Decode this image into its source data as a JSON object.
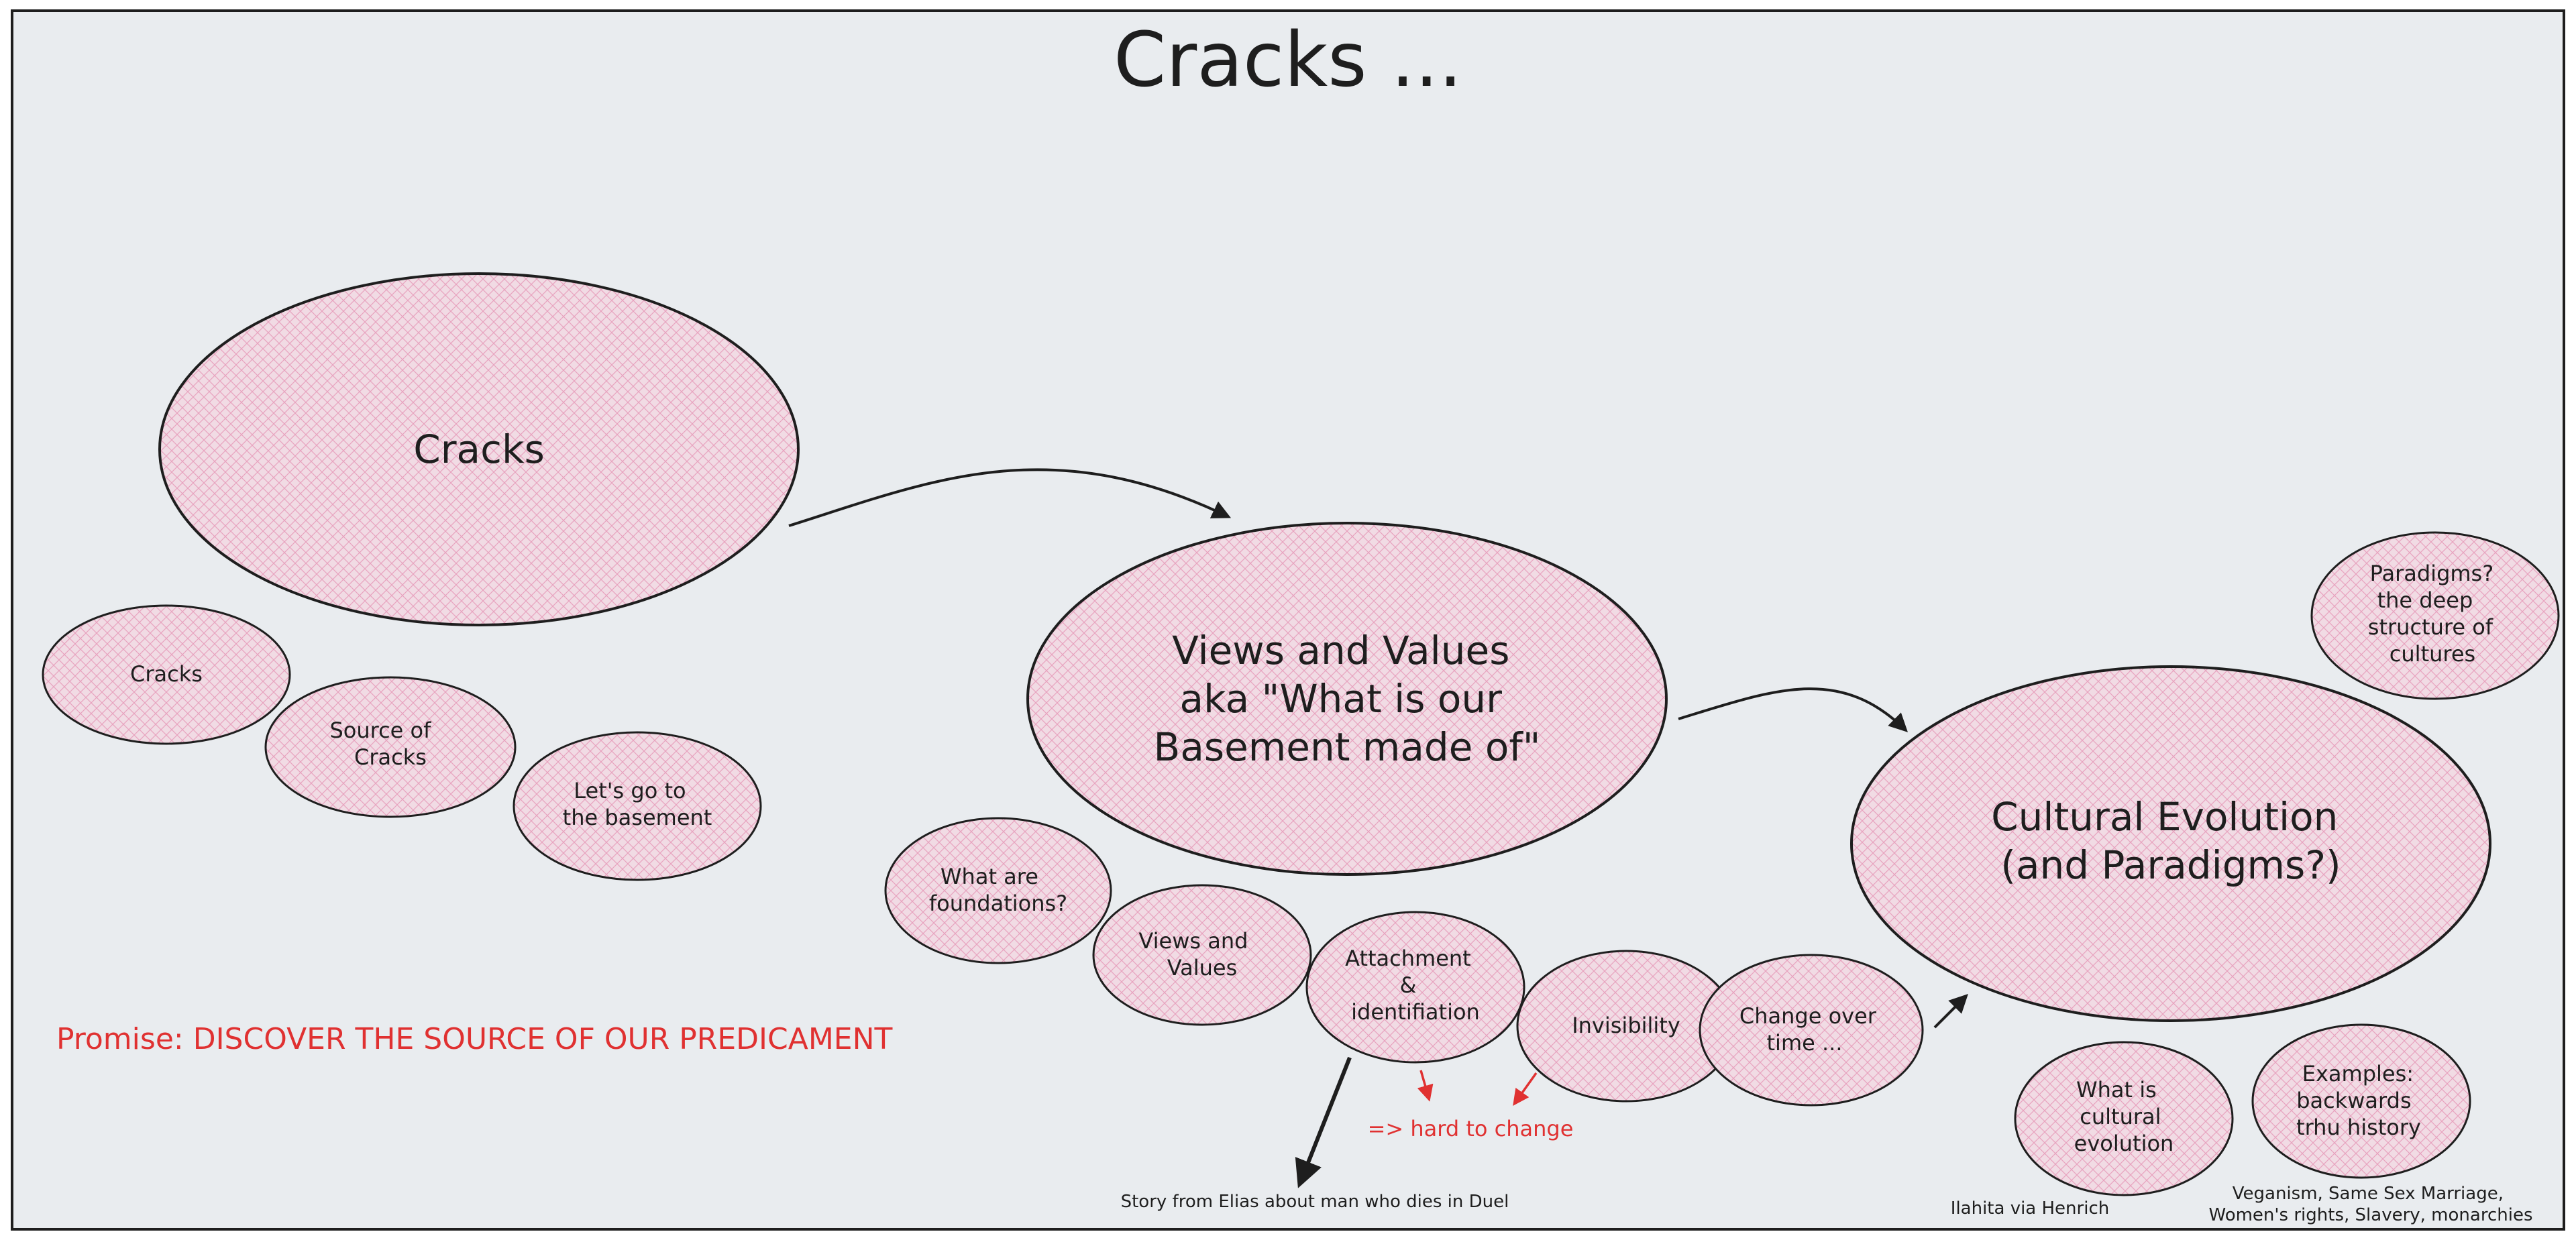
{
  "title": "Cracks ...",
  "nodes": {
    "cracks_main": {
      "lines": [
        "Cracks"
      ]
    },
    "cracks_small": {
      "lines": [
        "Cracks"
      ]
    },
    "source_of_cracks": {
      "lines": [
        "Source of",
        "Cracks"
      ]
    },
    "lets_go_basement": {
      "lines": [
        "Let's go to",
        "the basement"
      ]
    },
    "views_values_main": {
      "lines": [
        "Views and Values",
        "aka \"What is our",
        "Basement made of\""
      ]
    },
    "what_are_foundations": {
      "lines": [
        "What are",
        "foundations?"
      ]
    },
    "views_and_values_small": {
      "lines": [
        "Views and",
        "Values"
      ]
    },
    "attachment": {
      "lines": [
        "Attachment",
        "&",
        "identifiation"
      ]
    },
    "invisibility": {
      "lines": [
        "Invisibility"
      ]
    },
    "change_over_time": {
      "lines": [
        "Change over",
        "time ..."
      ]
    },
    "cultural_evolution_main": {
      "lines": [
        "Cultural Evolution",
        "(and Paradigms?)"
      ]
    },
    "paradigms": {
      "lines": [
        "Paradigms?",
        "the deep",
        "structure of",
        "cultures"
      ]
    },
    "what_is_cultural_evolution": {
      "lines": [
        "What is",
        "cultural",
        "evolution"
      ]
    },
    "examples": {
      "lines": [
        "Examples:",
        "backwards",
        "trhu history"
      ]
    }
  },
  "annotations": {
    "promise": "Promise: DISCOVER THE SOURCE OF OUR PREDICAMENT",
    "hard_to_change": "=> hard to change",
    "story_elias": "Story from Elias about man who dies in Duel",
    "ilahita": "Ilahita via Henrich",
    "examples_list": [
      "Veganism, Same Sex Marriage,",
      "Women's rights, Slavery, monarchies"
    ]
  },
  "colors": {
    "background": "#e9ecef",
    "frame": "#1e1e1e",
    "node_fill": "#f1dbe4",
    "hatch": "#e8a3bf",
    "ink": "#1e1e1e",
    "accent_red": "#e03131"
  }
}
